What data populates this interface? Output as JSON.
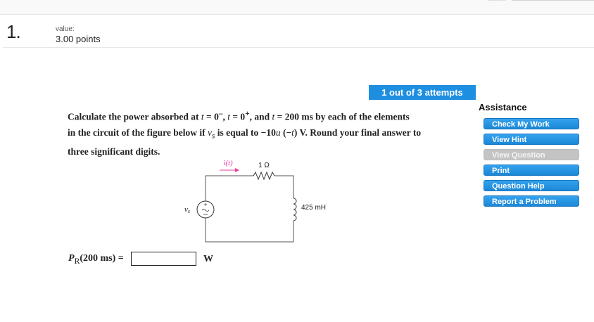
{
  "question": {
    "number": "1.",
    "value_label": "value:",
    "points": "3.00 points"
  },
  "attempts": "1 out of 3 attempts",
  "assistance": {
    "title": "Assistance",
    "buttons": [
      {
        "label": "Check My Work",
        "enabled": true
      },
      {
        "label": "View Hint",
        "enabled": true
      },
      {
        "label": "View Question",
        "enabled": false
      },
      {
        "label": "Print",
        "enabled": true
      },
      {
        "label": "Question Help",
        "enabled": true
      },
      {
        "label": "Report a Problem",
        "enabled": true
      }
    ]
  },
  "prompt": {
    "line1_a": "Calculate the power absorbed at ",
    "t": "t",
    "eq0minus": " = 0",
    "minus_sup": "–",
    "comma1": ", ",
    "eq0plus": " = 0",
    "plus_sup": "+",
    "and": ", and ",
    "eq200": " = 200 ms",
    "line1_b": " by each of the elements",
    "line2_a": "in the circuit of the figure below if ",
    "vs_v": "v",
    "vs_s": "s",
    "line2_b": " is equal to −10",
    "u": "u",
    "paren_open": " (−",
    "paren_close": ") V. Round your final answer to",
    "line3": "three significant digits."
  },
  "circuit": {
    "current_label": "i(t)",
    "resistor_label": "1 Ω",
    "inductor_label": "425 mH",
    "source_label": "v",
    "source_sub": "s",
    "current_color": "#e83e9e"
  },
  "answer": {
    "label_p": "P",
    "label_sub": "R",
    "label_rest": "(200 ms) =",
    "value": "",
    "unit": "W"
  }
}
